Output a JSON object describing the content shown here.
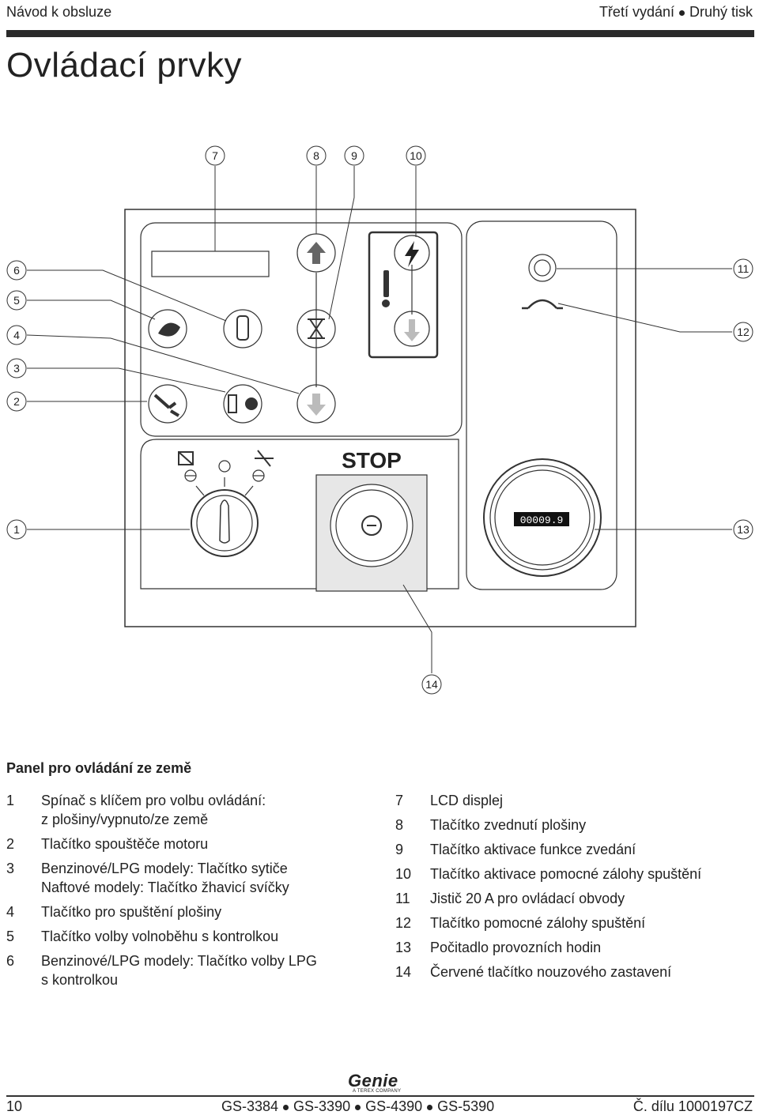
{
  "header": {
    "left": "Návod k obsluze",
    "right_a": "Třetí vydání",
    "right_b": "Druhý tisk"
  },
  "title": "Ovládací prvky",
  "diagram": {
    "callouts": [
      "1",
      "2",
      "3",
      "4",
      "5",
      "6",
      "7",
      "8",
      "9",
      "10",
      "11",
      "12",
      "13",
      "14"
    ],
    "stop_label": "STOP",
    "hour_meter_value": "00009.9"
  },
  "caption": {
    "title": "Panel pro ovládání ze země",
    "left_items": [
      {
        "num": "1",
        "text": "Spínač s klíčem pro volbu ovládání:",
        "text2": "z plošiny/vypnuto/ze země"
      },
      {
        "num": "2",
        "text": "Tlačítko spouštěče motoru"
      },
      {
        "num": "3",
        "text": "Benzinové/LPG modely: Tlačítko sytiče",
        "text2": "Naftové modely: Tlačítko žhavicí svíčky"
      },
      {
        "num": "4",
        "text": "Tlačítko pro spuštění plošiny"
      },
      {
        "num": "5",
        "text": "Tlačítko volby volnoběhu s kontrolkou"
      },
      {
        "num": "6",
        "text": "Benzinové/LPG modely: Tlačítko volby LPG",
        "text2": "s kontrolkou"
      }
    ],
    "right_items": [
      {
        "num": "7",
        "text": "LCD displej"
      },
      {
        "num": "8",
        "text": "Tlačítko zvednutí plošiny"
      },
      {
        "num": "9",
        "text": "Tlačítko aktivace funkce zvedání"
      },
      {
        "num": "10",
        "text": "Tlačítko aktivace pomocné zálohy spuštění"
      },
      {
        "num": "11",
        "text": "Jistič 20 A pro ovládací obvody"
      },
      {
        "num": "12",
        "text": "Tlačítko pomocné zálohy spuštění"
      },
      {
        "num": "13",
        "text": "Počitadlo provozních hodin"
      },
      {
        "num": "14",
        "text": "Červené tlačítko nouzového zastavení"
      }
    ]
  },
  "footer": {
    "page": "10",
    "models": [
      "GS-3384",
      "GS-3390",
      "GS-4390",
      "GS-5390"
    ],
    "part": "Č. dílu 1000197CZ",
    "logo": "Genie",
    "logo_sub": "A TEREX COMPANY"
  }
}
